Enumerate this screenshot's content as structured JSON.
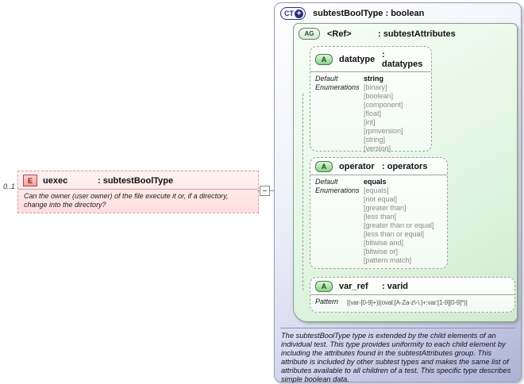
{
  "multiplicity": "0..1",
  "element": {
    "badge": "E",
    "name": "uexec",
    "type": ": subtestBoolType",
    "annotation": "Can the owner (user owner) of the file execute it or, if a directory, change into the directory?"
  },
  "complex_type": {
    "badge": "CT",
    "plus": "+",
    "title": "subtestBoolType : boolean",
    "attribute_group": {
      "badge": "AG",
      "name": "<Ref>",
      "type": ": subtestAttributes",
      "attributes": [
        {
          "badge": "A",
          "name": "datatype",
          "type": ": datatypes",
          "default_label": "Default",
          "default_value": "string",
          "enum_label": "Enumerations",
          "enumerations": [
            "[binary]",
            "[boolean]",
            "[component]",
            "[float]",
            "[int]",
            "[rpmversion]",
            "[string]",
            "[version]"
          ]
        },
        {
          "badge": "A",
          "name": "operator",
          "type": ": operators",
          "default_label": "Default",
          "default_value": "equals",
          "enum_label": "Enumerations",
          "enumerations": [
            "[equals]",
            "[not equal]",
            "[greater than]",
            "[less than]",
            "[greater than or equal]",
            "[less than or equal]",
            "[bitwise and]",
            "[bitwise or]",
            "[pattern match]"
          ]
        },
        {
          "badge": "A",
          "name": "var_ref",
          "type": ": varid",
          "pattern_label": "Pattern",
          "pattern": "[(var-[0-9]+)|(oval:[A-Za-z\\-\\.]+:var:[1-9][0-9]*)]"
        }
      ]
    },
    "documentation": "The subtestBoolType type is extended by the child elements of an individual test.  This type provides uniformity to each child element by including the attributes found in the subtestAttributes group.  This attribute is included by other subtest types and makes the same list of attributes available to all children of a test.  This specific type describes simple boolean data."
  },
  "colors": {
    "element_accent": "#b04848",
    "element_fill": "#ffdede",
    "complex_type_accent": "#2e2e7e",
    "complex_type_fill": "#d8dbef",
    "attribute_accent": "#3f7f3f",
    "attribute_group_fill": "#e6f7e6",
    "enum_text": "#8b8b8b"
  }
}
